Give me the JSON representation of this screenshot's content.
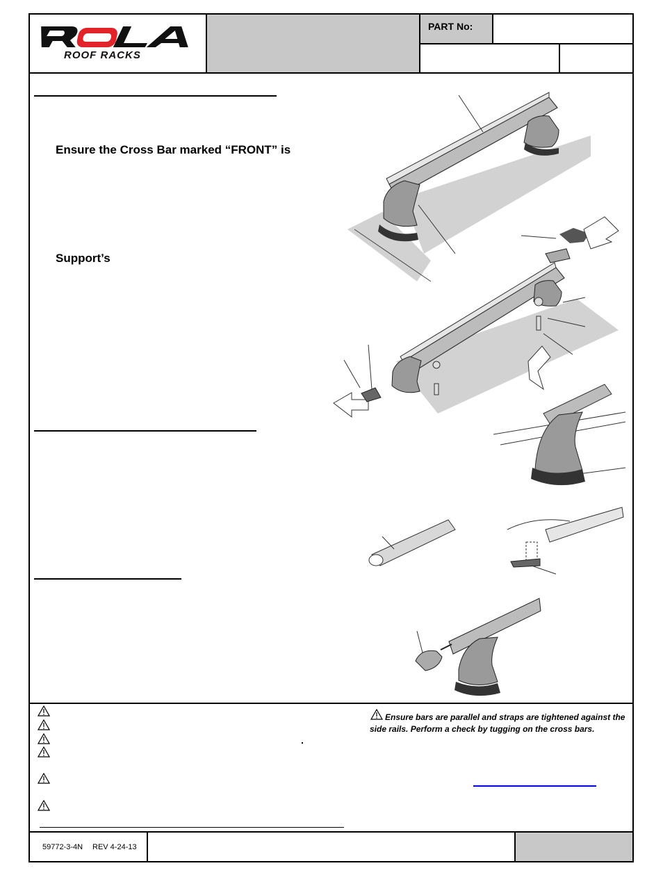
{
  "header": {
    "logo_main": "ROLA",
    "logo_sub": "ROOF RACKS",
    "part_no_label": "PART No:"
  },
  "instructions": {
    "front_note": "Ensure the Cross Bar marked “FRONT” is",
    "support_note": "Support’s"
  },
  "warnings": {
    "side_note": "Ensure bars are parallel and straps are tightened against the side rails.  Perform a check by tugging  on the cross bars.",
    "count": 6
  },
  "footer": {
    "doc_code": "59772-3-4N",
    "revision": "REV 4-24-13"
  },
  "colors": {
    "header_gray": "#c8c8c8",
    "logo_red": "#e3232a",
    "link_blue": "#0000ee"
  }
}
